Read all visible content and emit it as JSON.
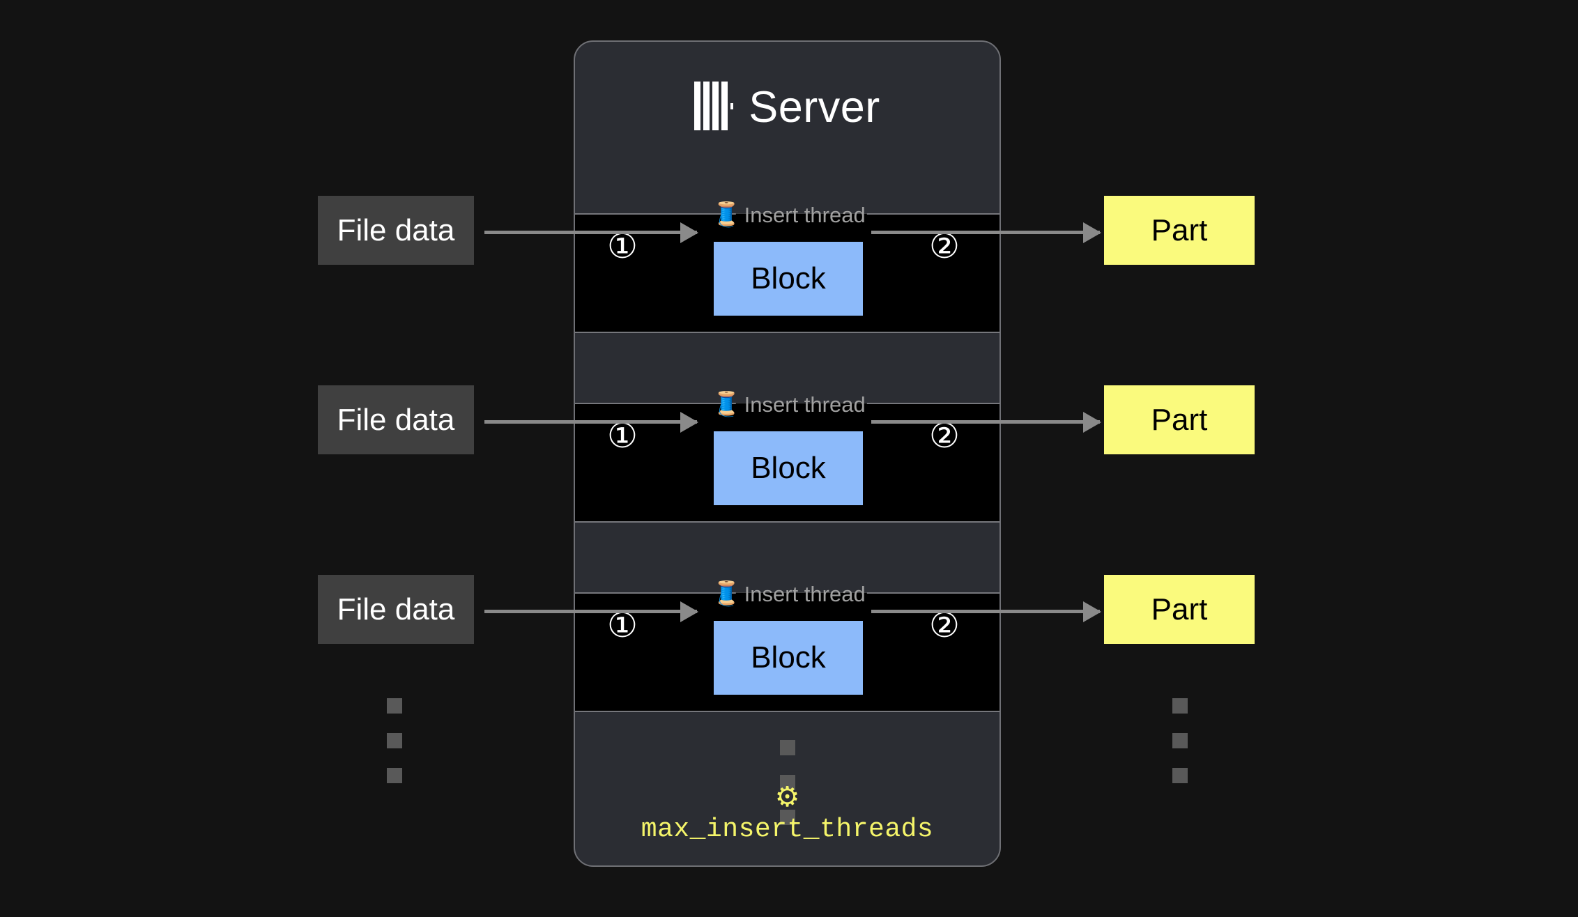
{
  "page": {
    "background_color": "#131313",
    "title": "ClickHouse insert threads diagram"
  },
  "server": {
    "title": "Server",
    "logo_icon": "clickhouse-logo-icon",
    "card_color": "#2b2d33",
    "border_color": "#6f7075",
    "setting": {
      "gear_icon": "⚙",
      "name": "max_insert_threads",
      "color": "#f5f56a"
    }
  },
  "steps": {
    "one": "①",
    "two": "②"
  },
  "labels": {
    "thread_emoji": "🧵",
    "thread_text": "Insert thread",
    "block_text": "Block",
    "file_text": "File data",
    "part_text": "Part"
  },
  "colors": {
    "block": "#8cbafa",
    "part": "#fafa7d",
    "file": "#404040",
    "band": "#000000",
    "arrow": "#8a8a8a",
    "label_grey": "#a0a0a0",
    "dot": "#595959"
  },
  "rows": [
    {
      "id": "row-1",
      "file_label": "File data",
      "thread_label": "Insert thread",
      "thread_emoji": "🧵",
      "block_label": "Block",
      "part_label": "Part",
      "step_in": "①",
      "step_out": "②"
    },
    {
      "id": "row-2",
      "file_label": "File data",
      "thread_label": "Insert thread",
      "thread_emoji": "🧵",
      "block_label": "Block",
      "part_label": "Part",
      "step_in": "①",
      "step_out": "②"
    },
    {
      "id": "row-3",
      "file_label": "File data",
      "thread_label": "Insert thread",
      "thread_emoji": "🧵",
      "block_label": "Block",
      "part_label": "Part",
      "step_in": "①",
      "step_out": "②"
    }
  ],
  "ellipsis": {
    "dot_count": 3,
    "columns": [
      "left",
      "center",
      "right"
    ]
  }
}
